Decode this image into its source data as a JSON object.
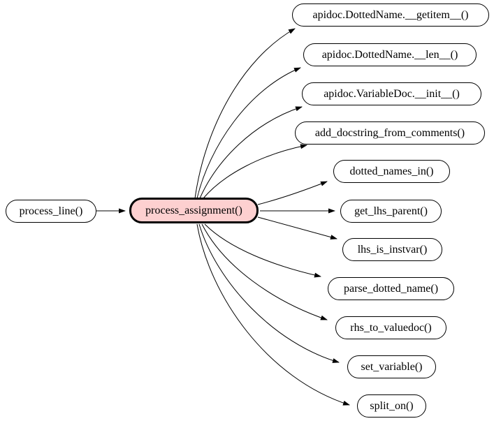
{
  "graph": {
    "type": "call-graph",
    "colors": {
      "background": "#ffffff",
      "node_fill": "#ffffff",
      "node_border": "#000000",
      "highlight_fill": "#fdd0d0",
      "edge": "#000000"
    },
    "nodes": [
      {
        "id": "process_line",
        "label": "process_line()"
      },
      {
        "id": "process_assignment",
        "label": "process_assignment()",
        "highlighted": true
      },
      {
        "id": "dottedname_getitem",
        "label": "apidoc.DottedName.__getitem__()"
      },
      {
        "id": "dottedname_len",
        "label": "apidoc.DottedName.__len__()"
      },
      {
        "id": "variabledoc_init",
        "label": "apidoc.VariableDoc.__init__()"
      },
      {
        "id": "add_docstring_from_comments",
        "label": "add_docstring_from_comments()"
      },
      {
        "id": "dotted_names_in",
        "label": "dotted_names_in()"
      },
      {
        "id": "get_lhs_parent",
        "label": "get_lhs_parent()"
      },
      {
        "id": "lhs_is_instvar",
        "label": "lhs_is_instvar()"
      },
      {
        "id": "parse_dotted_name",
        "label": "parse_dotted_name()"
      },
      {
        "id": "rhs_to_valuedoc",
        "label": "rhs_to_valuedoc()"
      },
      {
        "id": "set_variable",
        "label": "set_variable()"
      },
      {
        "id": "split_on",
        "label": "split_on()"
      }
    ],
    "edges": [
      {
        "from": "process_line",
        "to": "process_assignment"
      },
      {
        "from": "process_assignment",
        "to": "dottedname_getitem"
      },
      {
        "from": "process_assignment",
        "to": "dottedname_len"
      },
      {
        "from": "process_assignment",
        "to": "variabledoc_init"
      },
      {
        "from": "process_assignment",
        "to": "add_docstring_from_comments"
      },
      {
        "from": "process_assignment",
        "to": "dotted_names_in"
      },
      {
        "from": "process_assignment",
        "to": "get_lhs_parent"
      },
      {
        "from": "process_assignment",
        "to": "lhs_is_instvar"
      },
      {
        "from": "process_assignment",
        "to": "parse_dotted_name"
      },
      {
        "from": "process_assignment",
        "to": "rhs_to_valuedoc"
      },
      {
        "from": "process_assignment",
        "to": "set_variable"
      },
      {
        "from": "process_assignment",
        "to": "split_on"
      }
    ]
  }
}
